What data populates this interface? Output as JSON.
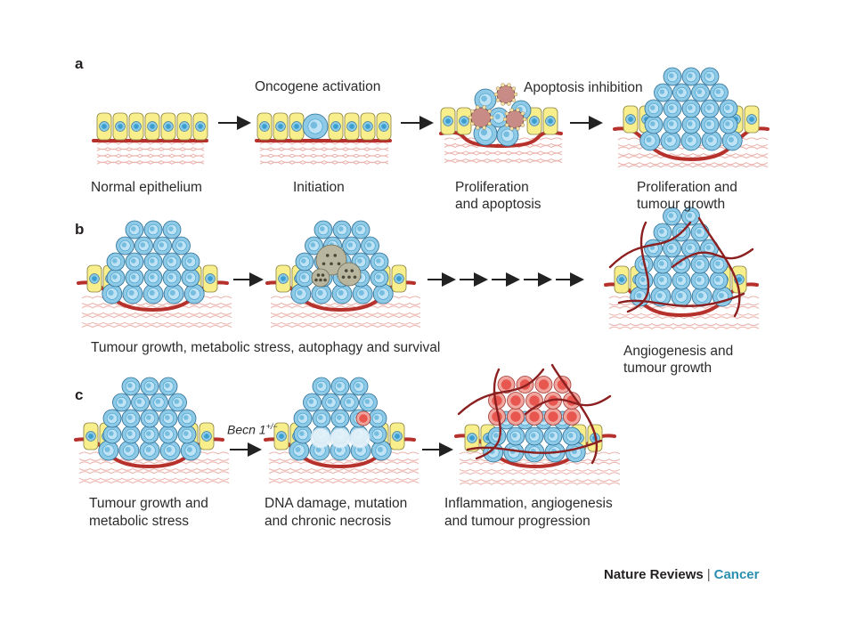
{
  "panels": {
    "a": "a",
    "b": "b",
    "c": "c"
  },
  "panel_a": {
    "annotations": {
      "oncogene": "Oncogene activation",
      "apoptosis": "Apoptosis inhibition"
    },
    "stages": [
      {
        "line1": "Normal epithelium",
        "line2": ""
      },
      {
        "line1": "Initiation",
        "line2": ""
      },
      {
        "line1": "Proliferation",
        "line2": "and apoptosis"
      },
      {
        "line1": "Proliferation and",
        "line2": "tumour growth"
      }
    ]
  },
  "panel_b": {
    "stages": [
      {
        "line1": "Tumour growth, metabolic stress, autophagy and survival",
        "line2": ""
      },
      {
        "line1": "Angiogenesis and",
        "line2": "tumour growth"
      }
    ]
  },
  "panel_c": {
    "annotation_gene": "Becn 1",
    "annotation_sup": "+/−",
    "stages": [
      {
        "line1": "Tumour growth and",
        "line2": "metabolic stress"
      },
      {
        "line1": "DNA damage, mutation",
        "line2": "and chronic necrosis"
      },
      {
        "line1": "Inflammation, angiogenesis",
        "line2": "and tumour progression"
      }
    ]
  },
  "credit": {
    "journal": "Nature Reviews",
    "separator": "|",
    "section": "Cancer"
  },
  "colors": {
    "blue_cell": "#8ec9e6",
    "blue_nucleus": "#3a9fd0",
    "yellow_cell": "#f8ee8c",
    "basement_membrane": "#b7312c",
    "stroma": "#eab2ac",
    "necrotic": "#b9b6a0",
    "apoptotic": "#c98b86",
    "red_cell": "#e8574f",
    "vessel": "#8c1f1f",
    "credit_accent": "#2a8fb0"
  }
}
